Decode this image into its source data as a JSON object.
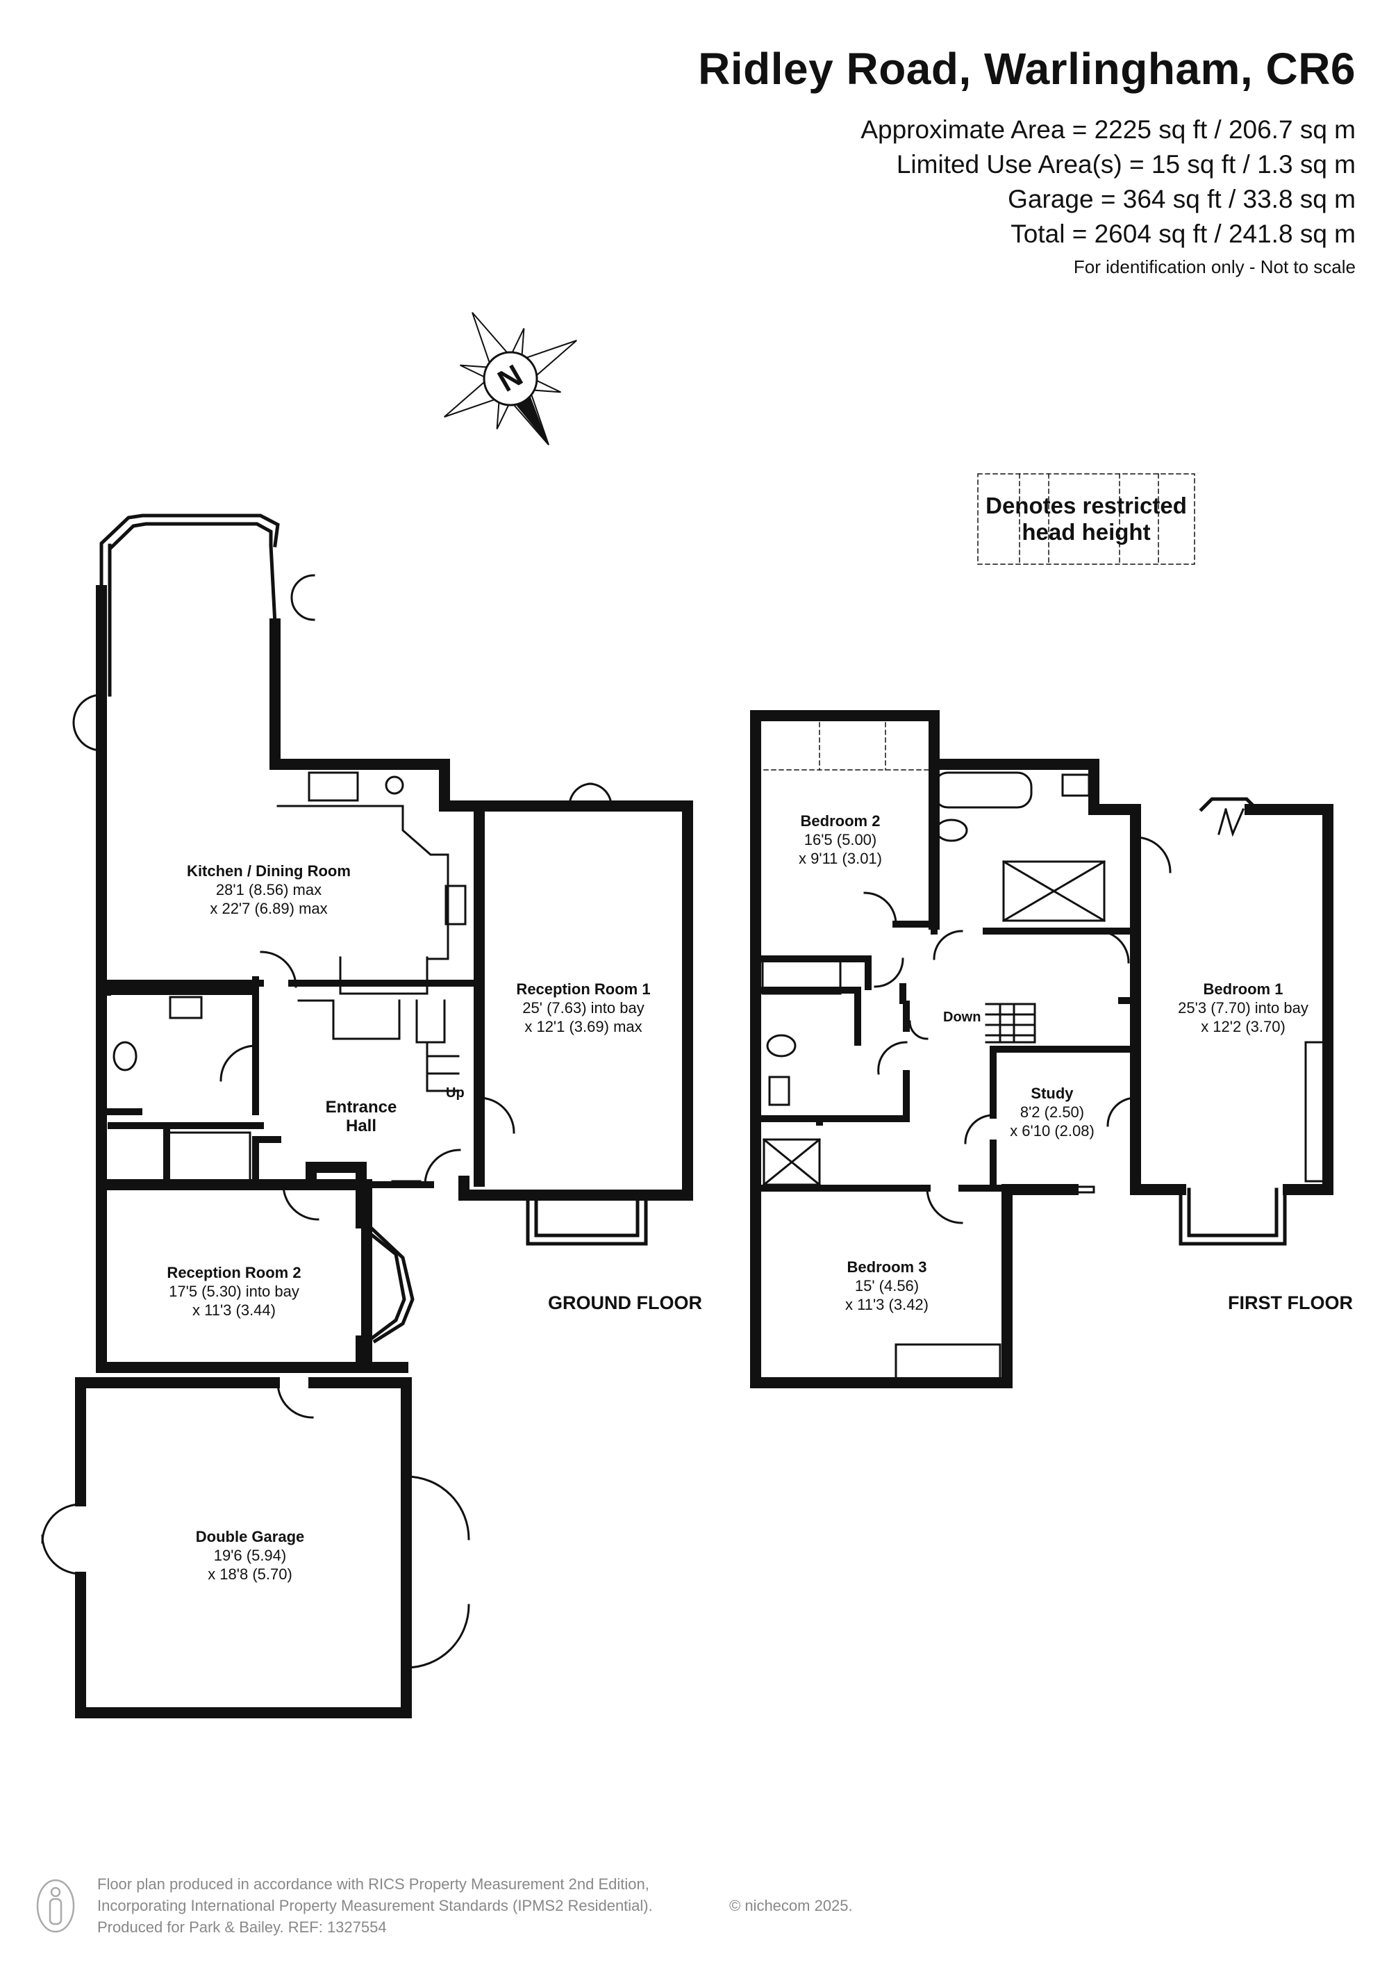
{
  "header": {
    "title": "Ridley Road, Warlingham, CR6",
    "areas": [
      "Approximate Area = 2225 sq ft / 206.7 sq m",
      "Limited Use Area(s) = 15 sq ft / 1.3 sq m",
      "Garage = 364 sq ft / 33.8 sq m",
      "Total = 2604 sq ft / 241.8 sq m"
    ],
    "note": "For identification only - Not to scale"
  },
  "compass": {
    "letter": "N"
  },
  "legend": {
    "line1": "Denotes restricted",
    "line2": "head height"
  },
  "ground_floor": {
    "label": "GROUND FLOOR",
    "rooms": [
      {
        "name": "Kitchen / Dining Room",
        "dim1": "28'1 (8.56) max",
        "dim2": "x 22'7 (6.89) max"
      },
      {
        "name": "Reception Room 1",
        "dim1": "25' (7.63) into bay",
        "dim2": "x 12'1 (3.69) max"
      },
      {
        "name": "Entrance",
        "dim1": "Hall",
        "dim2": ""
      },
      {
        "name": "Reception Room 2",
        "dim1": "17'5 (5.30) into bay",
        "dim2": "x 11'3 (3.44)"
      },
      {
        "name": "Double Garage",
        "dim1": "19'6 (5.94)",
        "dim2": "x 18'8 (5.70)"
      }
    ],
    "stairs_label": "Up"
  },
  "first_floor": {
    "label": "FIRST FLOOR",
    "rooms": [
      {
        "name": "Bedroom 2",
        "dim1": "16'5 (5.00)",
        "dim2": "x 9'11 (3.01)"
      },
      {
        "name": "Bedroom 1",
        "dim1": "25'3 (7.70) into bay",
        "dim2": "x 12'2 (3.70)"
      },
      {
        "name": "Study",
        "dim1": "8'2 (2.50)",
        "dim2": "x 6'10 (2.08)"
      },
      {
        "name": "Bedroom 3",
        "dim1": "15' (4.56)",
        "dim2": "x 11'3 (3.42)"
      }
    ],
    "stairs_label": "Down"
  },
  "footer": {
    "line1": "Floor plan produced in accordance with RICS Property Measurement 2nd Edition,",
    "line2": "Incorporating International Property Measurement Standards (IPMS2 Residential).",
    "line3": "Produced for Park & Bailey.  REF: 1327554",
    "copyright": "© nichecom 2025."
  }
}
